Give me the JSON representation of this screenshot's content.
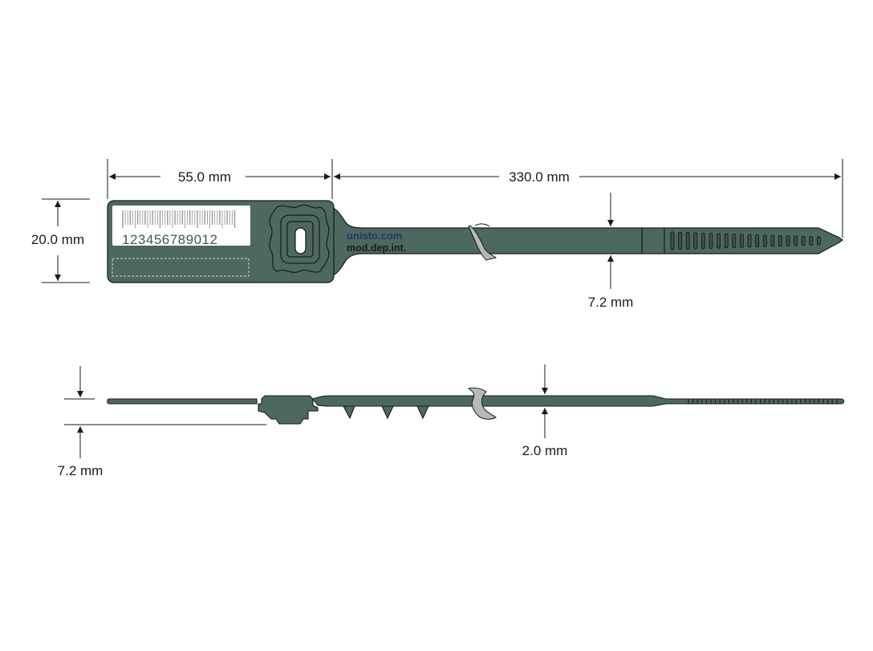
{
  "dimensions": {
    "head_length": "55.0 mm",
    "total_length": "330.0 mm",
    "head_width": "20.0 mm",
    "strap_width": "7.2 mm",
    "head_height": "7.2 mm",
    "strap_thickness": "2.0 mm"
  },
  "label": {
    "serial_number": "123456789012",
    "brand_url": "unisto.com",
    "brand_text": "mod.dep.int."
  },
  "colors": {
    "seal_body": "#4c6860",
    "outline": "#1a1a1a",
    "label_panel": "#ffffff",
    "break_band": "#b8b8b8",
    "brand_url": "#1f3a66"
  }
}
